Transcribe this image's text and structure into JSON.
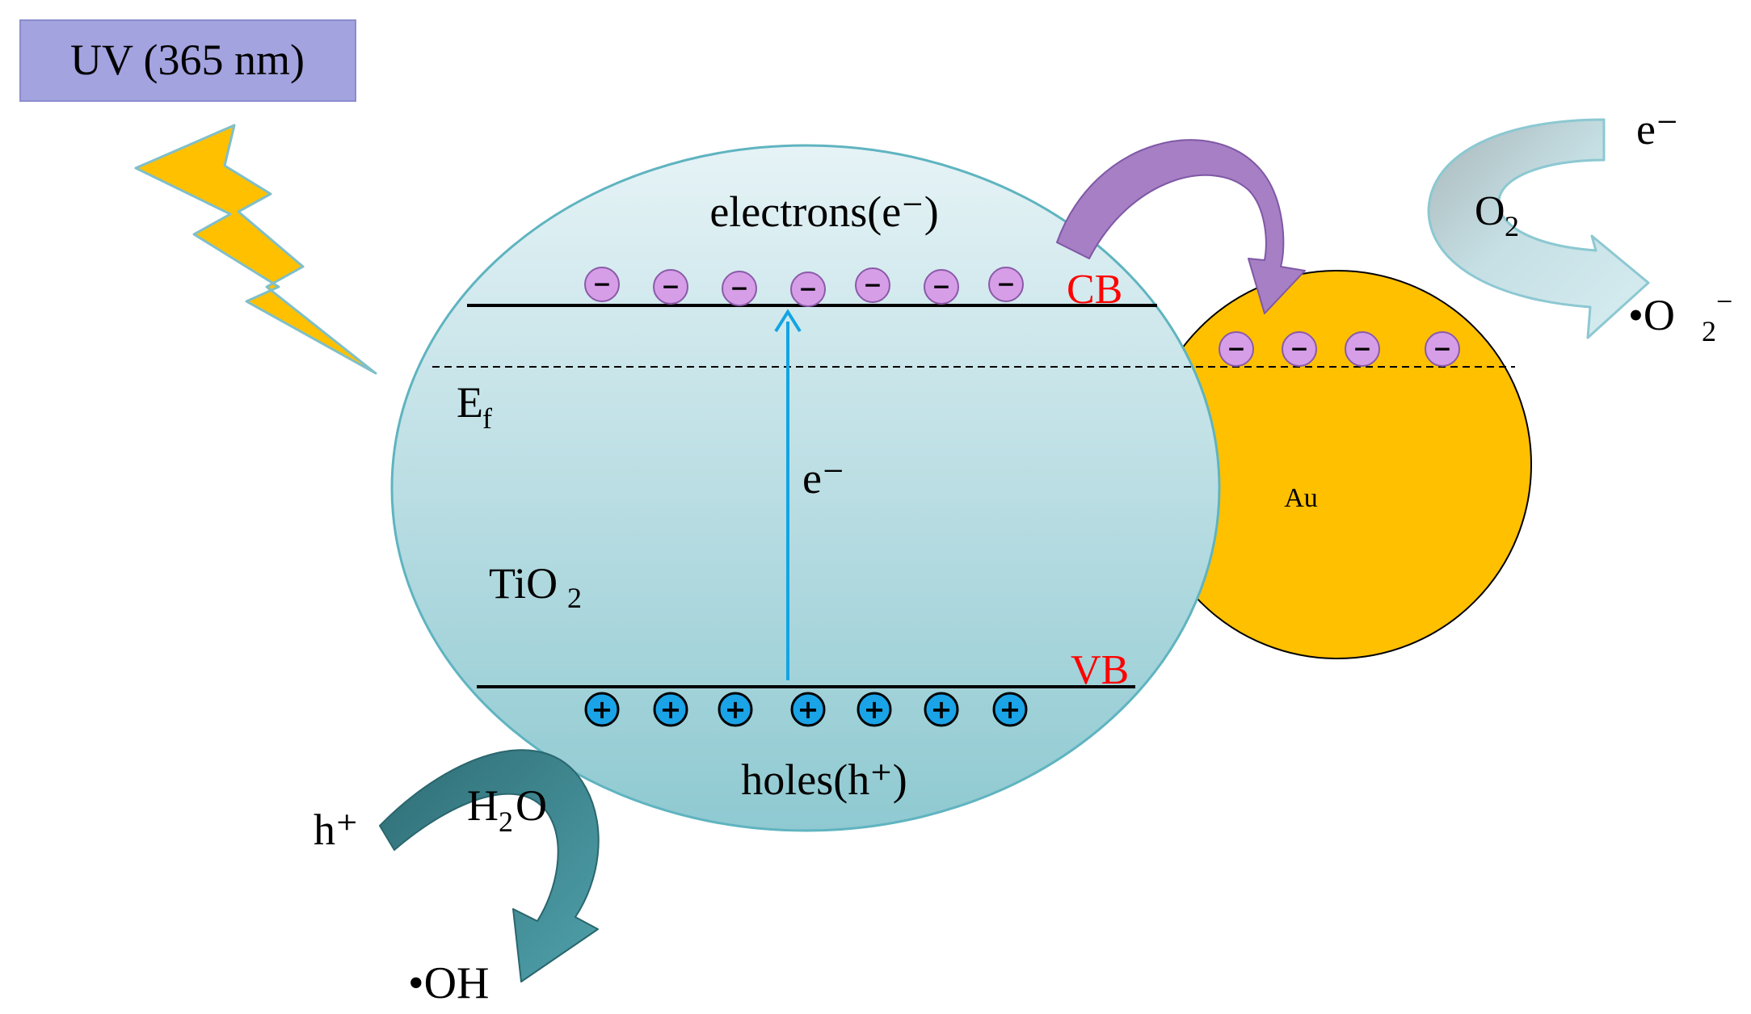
{
  "uv_label": "UV (365 nm)",
  "tio2": {
    "electrons_label": "electrons(e⁻)",
    "holes_label": "holes(h⁺)",
    "cb_label": "CB",
    "vb_label": "VB",
    "fermi_label": "E",
    "fermi_sub": "f",
    "material_label": "TiO",
    "material_sub": "2",
    "excitation_label": "e⁻",
    "electron_count": 7,
    "hole_count": 7
  },
  "au": {
    "label": "Au",
    "electron_count": 4
  },
  "oxygen_reaction": {
    "electron_label": "e⁻",
    "reactant": "O",
    "reactant_sub": "2",
    "product_prefix": "•O",
    "product_sub": "2",
    "product_sup": "−"
  },
  "water_reaction": {
    "hole_label": "h⁺",
    "reactant_a": "H",
    "reactant_sub": "2",
    "reactant_b": "O",
    "product": "•OH"
  },
  "electron_sign": "−",
  "hole_sign": "+",
  "colors": {
    "uv_box": "#a3a3e0",
    "lightning": "#ffc000",
    "tio2_top": "#e4f2f5",
    "tio2_bottom": "#92cbd3",
    "au": "#ffc000",
    "band_label": "#ff0000",
    "electron_fill": "#d79ee8",
    "hole_fill": "#1aa3e6",
    "excitation_arrow": "#12a4e3",
    "transfer_arrow": "#a67fc4",
    "oxygen_arrow": "#cfe8ec",
    "water_arrow": "#3f8f99"
  }
}
